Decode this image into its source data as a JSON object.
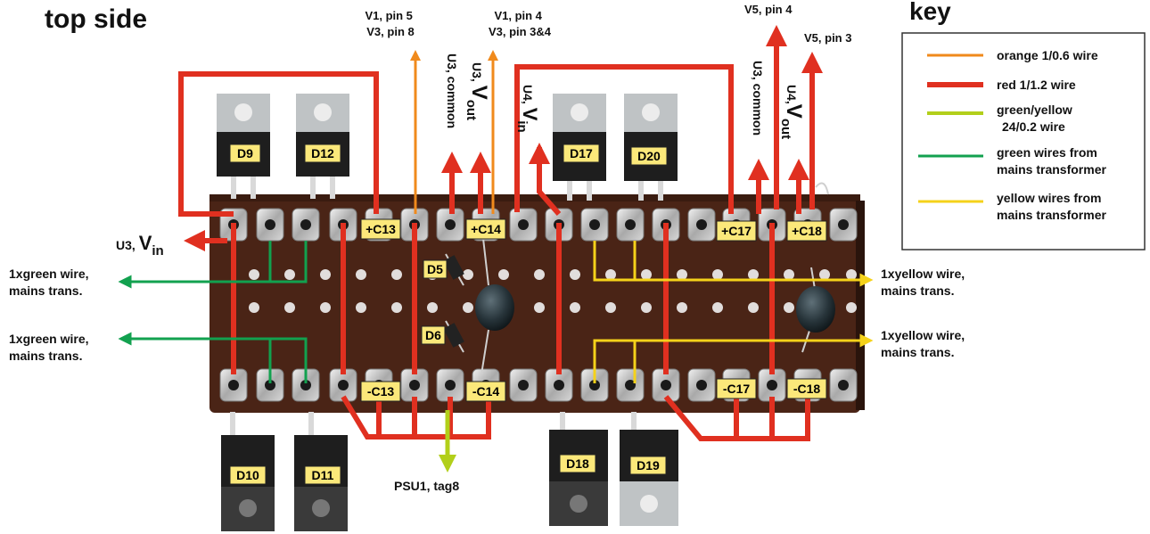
{
  "title": "top side",
  "key": {
    "heading": "key",
    "items": [
      {
        "lines": [
          "orange 1/0.6 wire"
        ],
        "color": "#f08a1c"
      },
      {
        "lines": [
          "red 1/1.2 wire"
        ],
        "color": "#e03020"
      },
      {
        "lines": [
          "green/yellow",
          "24/0.2 wire"
        ],
        "color": "#b2cf1a"
      },
      {
        "lines": [
          "green wires from",
          "mains transformer"
        ],
        "color": "#12a14f"
      },
      {
        "lines": [
          "yellow wires from",
          "mains transformer"
        ],
        "color": "#f5d21a"
      }
    ]
  },
  "labels": {
    "u3_vin": {
      "prefix": "U3, ",
      "main": "V",
      "sub": "in"
    },
    "u3_common_a": "U3, common",
    "u3_vout": {
      "prefix": "U3, ",
      "main": "V",
      "sub": "out"
    },
    "u4_vin": {
      "prefix": "U4, ",
      "main": "V",
      "sub": "in"
    },
    "u3_common_b": "U3, common",
    "u4_vout": {
      "prefix": "U4,",
      "main": "V",
      "sub": "out"
    },
    "v1_pin5": [
      "V1, pin 5",
      "V3, pin 8"
    ],
    "v1_pin4": [
      "V1, pin 4",
      "V3, pin 3&4"
    ],
    "v5_pin4": "V5, pin 4",
    "v5_pin3": "V5, pin 3",
    "green_wire_1": [
      "1xgreen wire,",
      "mains trans."
    ],
    "green_wire_2": [
      "1xgreen wire,",
      "mains trans."
    ],
    "yellow_wire_1": [
      "1xyellow wire,",
      "mains trans."
    ],
    "yellow_wire_2": [
      "1xyellow wire,",
      "mains trans."
    ],
    "psu": "PSU1, tag8"
  },
  "components": {
    "diodes_top": [
      "D9",
      "D12",
      "D17",
      "D20"
    ],
    "diodes_bottom": [
      "D10",
      "D11",
      "D18",
      "D19"
    ],
    "small_diodes": [
      "D5",
      "D6"
    ],
    "caps_top": [
      "+C13",
      "+C14",
      "+C17",
      "+C18"
    ],
    "caps_bottom": [
      "-C13",
      "-C14",
      "-C17",
      "-C18"
    ]
  },
  "colors": {
    "orange": "#f08a1c",
    "red": "#e03020",
    "green_yellow": "#b2cf1a",
    "green": "#12a14f",
    "yellow": "#f5d21a",
    "board": "#4a2416",
    "tag_fill": "#fbe87a"
  }
}
